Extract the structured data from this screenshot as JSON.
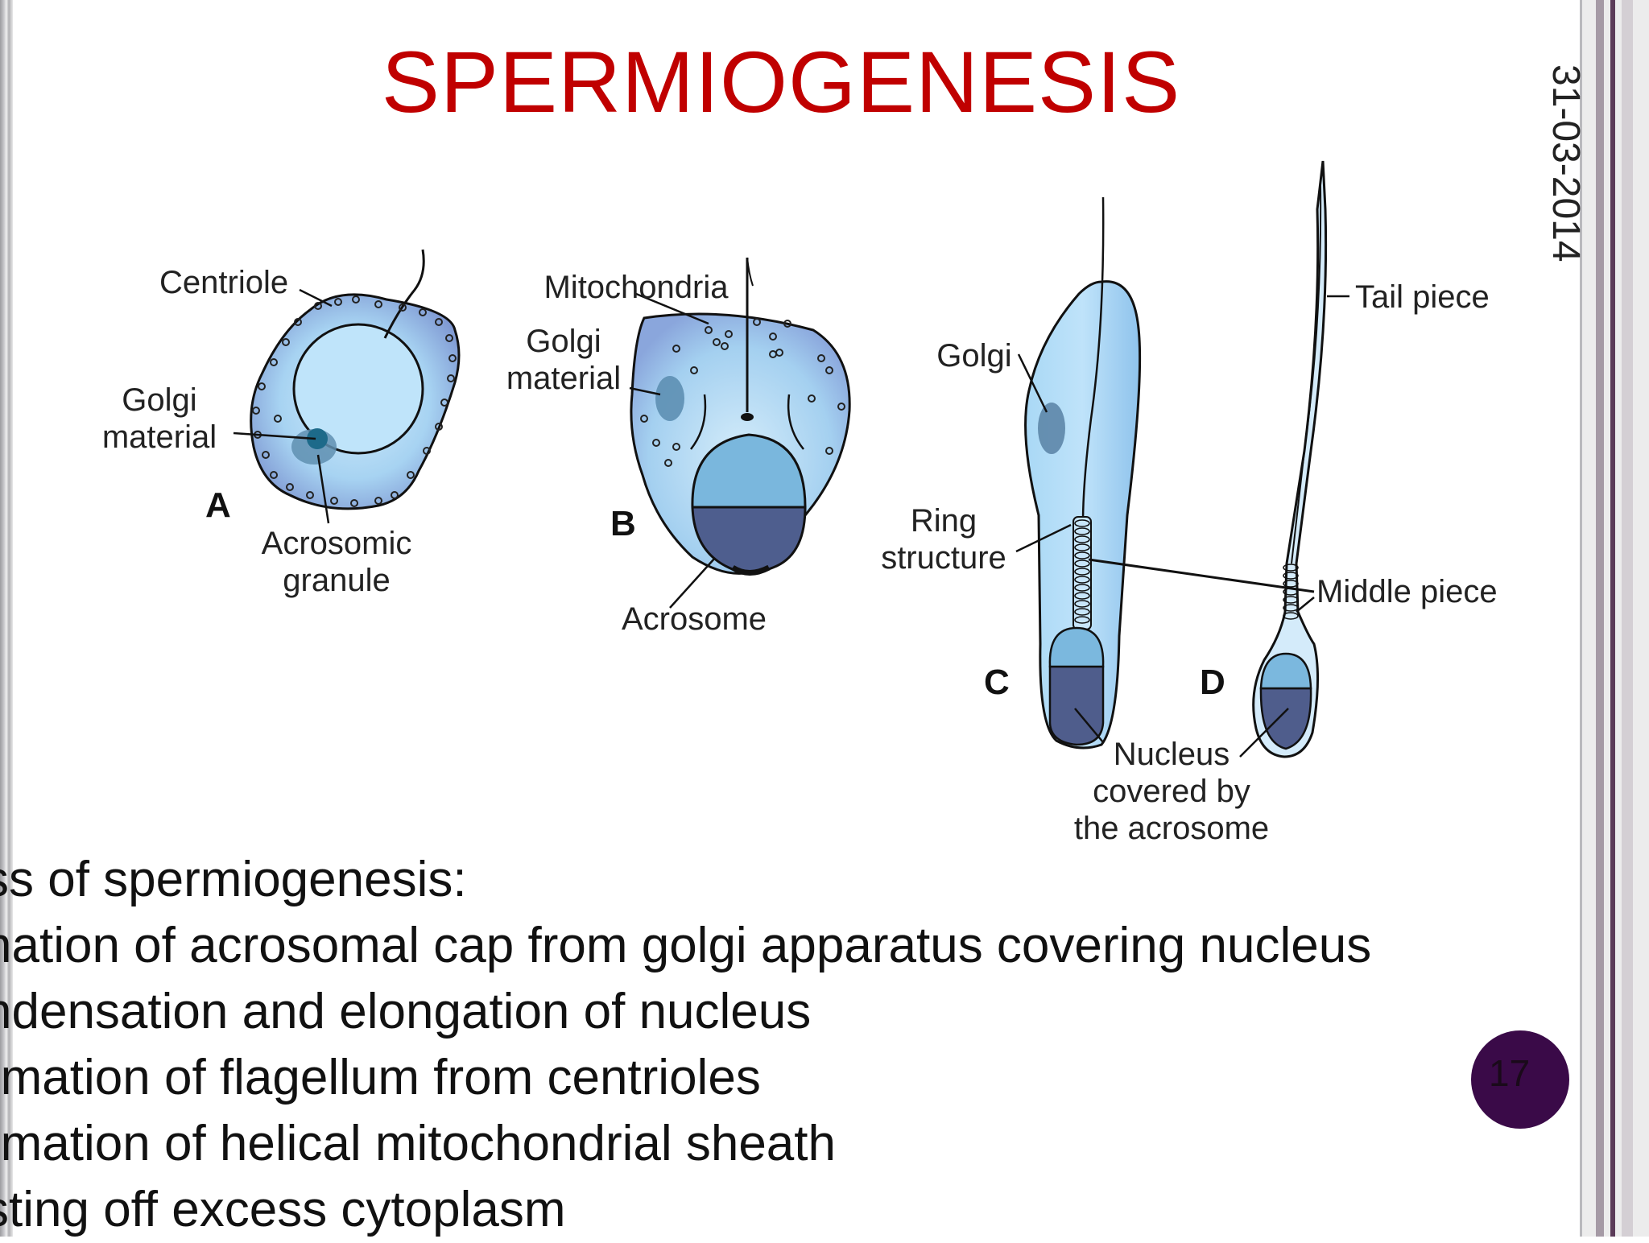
{
  "title": "SPERMIOGENESIS",
  "date": "31-03-2014",
  "slide_number": "17",
  "diagram": {
    "stages": {
      "a": "A",
      "b": "B",
      "c": "C",
      "d": "D"
    },
    "labels": {
      "centriole": "Centriole",
      "golgi_material_a_1": "Golgi",
      "golgi_material_a_2": "material",
      "acrosomic_granule_1": "Acrosomic",
      "acrosomic_granule_2": "granule",
      "mitochondria": "Mitochondria",
      "golgi_material_b_1": "Golgi",
      "golgi_material_b_2": "material",
      "acrosome": "Acrosome",
      "golgi_c": "Golgi",
      "ring_structure_1": "Ring",
      "ring_structure_2": "structure",
      "tail_piece": "Tail piece",
      "middle_piece": "Middle piece",
      "nucleus_1": "Nucleus",
      "nucleus_2": "covered by",
      "nucleus_3": "the acrosome"
    }
  },
  "bullets": [
    "ss of spermiogenesis:",
    "nation of acrosomal cap from golgi apparatus covering nucleus",
    "ndensation and elongation of nucleus",
    "rmation of flagellum from centrioles",
    "rmation of helical mitochondrial sheath",
    "sting off excess cytoplasm"
  ]
}
